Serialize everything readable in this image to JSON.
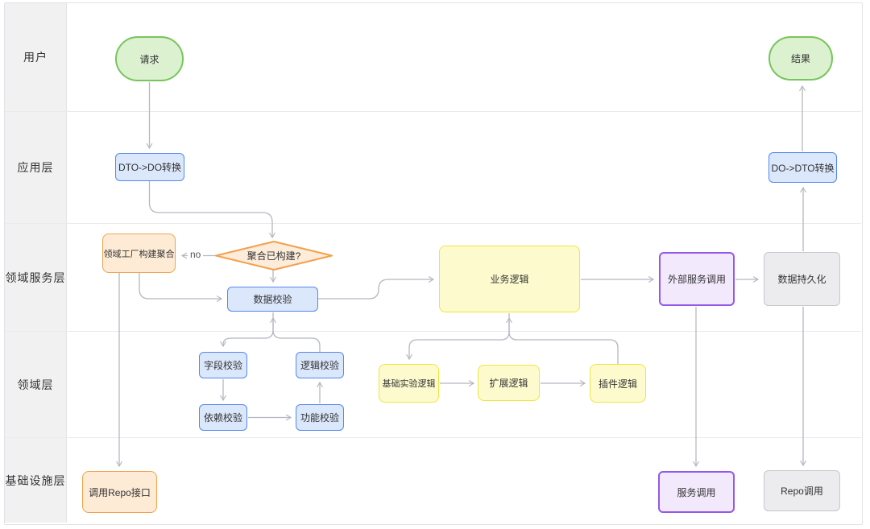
{
  "diagram": {
    "lanes": [
      {
        "label": "用户"
      },
      {
        "label": "应用层"
      },
      {
        "label": "领域服务层"
      },
      {
        "label": "领域层"
      },
      {
        "label": "基础设施层"
      }
    ],
    "nodes": {
      "request": "请求",
      "result": "结果",
      "dto_to_do": "DTO->DO转换",
      "do_to_dto": "DO->DTO转换",
      "factory": "领域工厂构建聚合",
      "decision": "聚合已构建?",
      "validate": "数据校验",
      "business": "业务逻辑",
      "ext_service": "外部服务调用",
      "persist": "数据持久化",
      "field_check": "字段校验",
      "logic_check": "逻辑校验",
      "dep_check": "依赖校验",
      "func_check": "功能校验",
      "base_logic": "基础实验逻辑",
      "extend_logic": "扩展逻辑",
      "plugin_logic": "插件逻辑",
      "repo_api": "调用Repo接口",
      "svc_call": "服务调用",
      "repo_call": "Repo调用"
    },
    "edge_labels": {
      "no": "no"
    },
    "colors": {
      "green_fill": "#dbf1d0",
      "green_stroke": "#77c55c",
      "blue_fill": "#dbe7fb",
      "blue_stroke": "#5488ee",
      "orange_fill": "#fdebd5",
      "orange_stroke": "#f3a14e",
      "yellow_fill": "#fdfbce",
      "yellow_stroke": "#efe53e",
      "purple_fill": "#f2e9fd",
      "purple_stroke": "#9458ea",
      "gray_fill": "#ececef",
      "gray_stroke": "#c7c7cd",
      "lane_label_bg": "#f1f1f2",
      "edge": "#b4b8c0"
    }
  }
}
